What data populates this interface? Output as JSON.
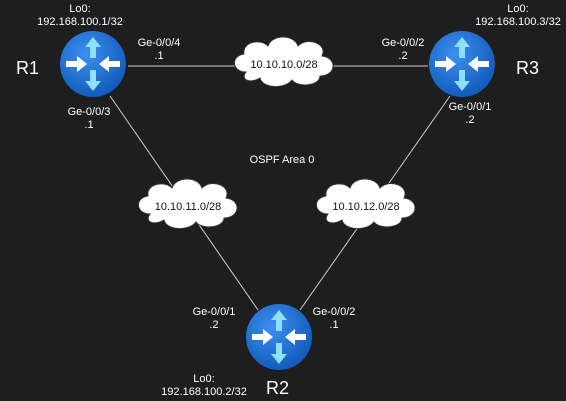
{
  "area_label": "OSPF Area 0",
  "routers": {
    "r1": {
      "name": "R1",
      "loopback_label": "Lo0:",
      "loopback_ip": "192.168.100.1/32"
    },
    "r2": {
      "name": "R2",
      "loopback_label": "Lo0:",
      "loopback_ip": "192.168.100.2/32"
    },
    "r3": {
      "name": "R3",
      "loopback_label": "Lo0:",
      "loopback_ip": "192.168.100.3/32"
    }
  },
  "interfaces": {
    "r1_ge004": {
      "name": "Ge-0/0/4",
      "host": ".1"
    },
    "r1_ge003": {
      "name": "Ge-0/0/3",
      "host": ".1"
    },
    "r3_ge002": {
      "name": "Ge-0/0/2",
      "host": ".2"
    },
    "r3_ge001": {
      "name": "Ge-0/0/1",
      "host": ".2"
    },
    "r2_ge001": {
      "name": "Ge-0/0/1",
      "host": ".2"
    },
    "r2_ge002": {
      "name": "Ge-0/0/2",
      "host": ".1"
    }
  },
  "subnets": {
    "r1_r3": "10.10.10.0/28",
    "r1_r2": "10.10.11.0/28",
    "r3_r2": "10.10.12.0/28"
  },
  "colors": {
    "background": "#1e1e1e",
    "router_fill": "#1a6ed8",
    "router_arrows": "#8fe0ff",
    "link_line": "#cfcfcf",
    "cloud_fill": "#ffffff",
    "text": "#ffffff"
  }
}
